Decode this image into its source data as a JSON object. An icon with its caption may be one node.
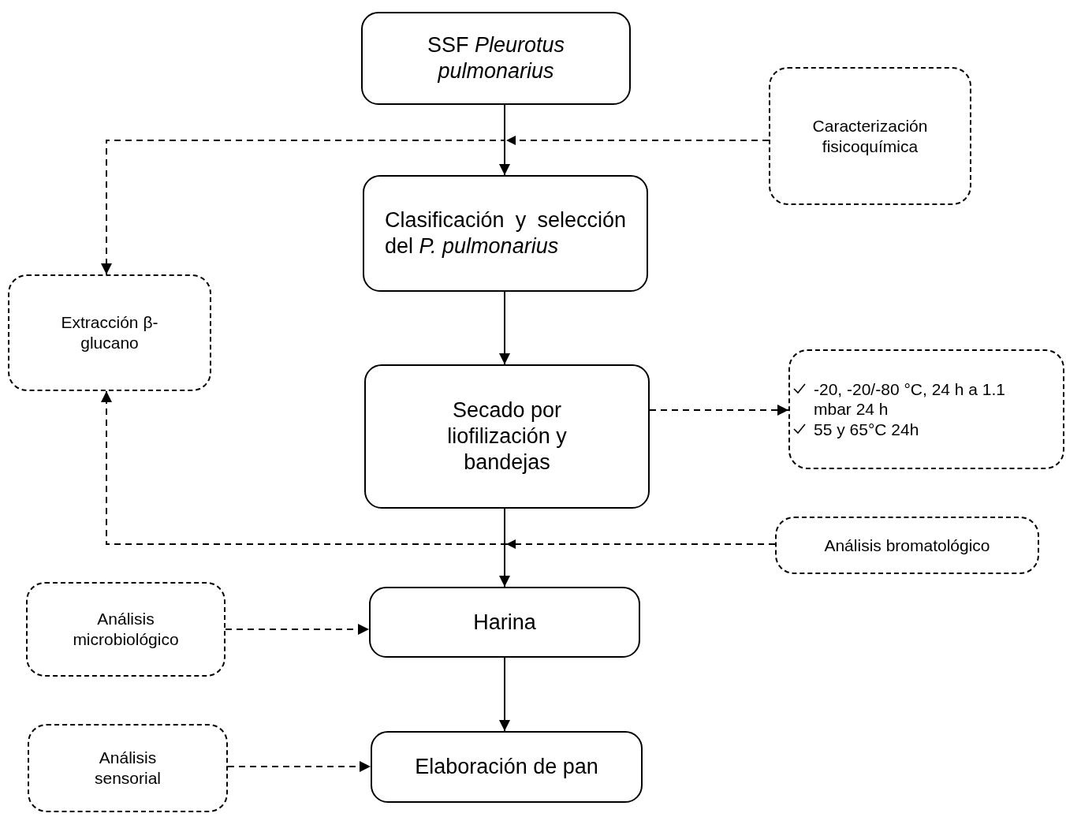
{
  "diagram": {
    "nodes": [
      {
        "text": [
          "SSF *Pleurotus pulmonarius*"
        ]
      },
      {
        "text": [
          "Caracterización fisicoquímica"
        ]
      },
      {
        "text": [
          "Clasificación y selección del *P. pulmonarius*"
        ]
      },
      {
        "text": [
          "Extracción β-glucano"
        ]
      },
      {
        "text": [
          "Secado por liofilización y bandejas"
        ]
      },
      {
        "text": [
          "-20, -20/-80 °C, 24 h a 1.1 mbar 24 h",
          "55 y 65°C 24h"
        ]
      },
      {
        "text": [
          "Análisis bromatológico"
        ]
      },
      {
        "text": [
          "Análisis microbiológico"
        ]
      },
      {
        "text": [
          "Harina"
        ]
      },
      {
        "text": [
          "Análisis sensorial"
        ]
      },
      {
        "text": [
          "Elaboración de pan"
        ]
      }
    ],
    "edges": [
      {
        "from": 0,
        "to": 2,
        "arrow": "to"
      },
      {
        "from": 1,
        "to": 2,
        "arrow": "to",
        "style": "dashed"
      },
      {
        "from": 0,
        "to": 3,
        "arrow": "to",
        "style": "dashed"
      },
      {
        "from": 2,
        "to": 4,
        "arrow": "to"
      },
      {
        "from": 4,
        "to": 5,
        "arrow": "to",
        "style": "dashed"
      },
      {
        "from": 4,
        "to": 8,
        "arrow": "to"
      },
      {
        "from": 6,
        "to": 8,
        "arrow": "to",
        "style": "dashed"
      },
      {
        "from": 4,
        "to": 3,
        "arrow": "to",
        "style": "dashed"
      },
      {
        "from": 7,
        "to": 8,
        "arrow": "to",
        "style": "dashed"
      },
      {
        "from": 8,
        "to": 10,
        "arrow": "to"
      },
      {
        "from": 9,
        "to": 10,
        "arrow": "to",
        "style": "dashed"
      }
    ]
  }
}
